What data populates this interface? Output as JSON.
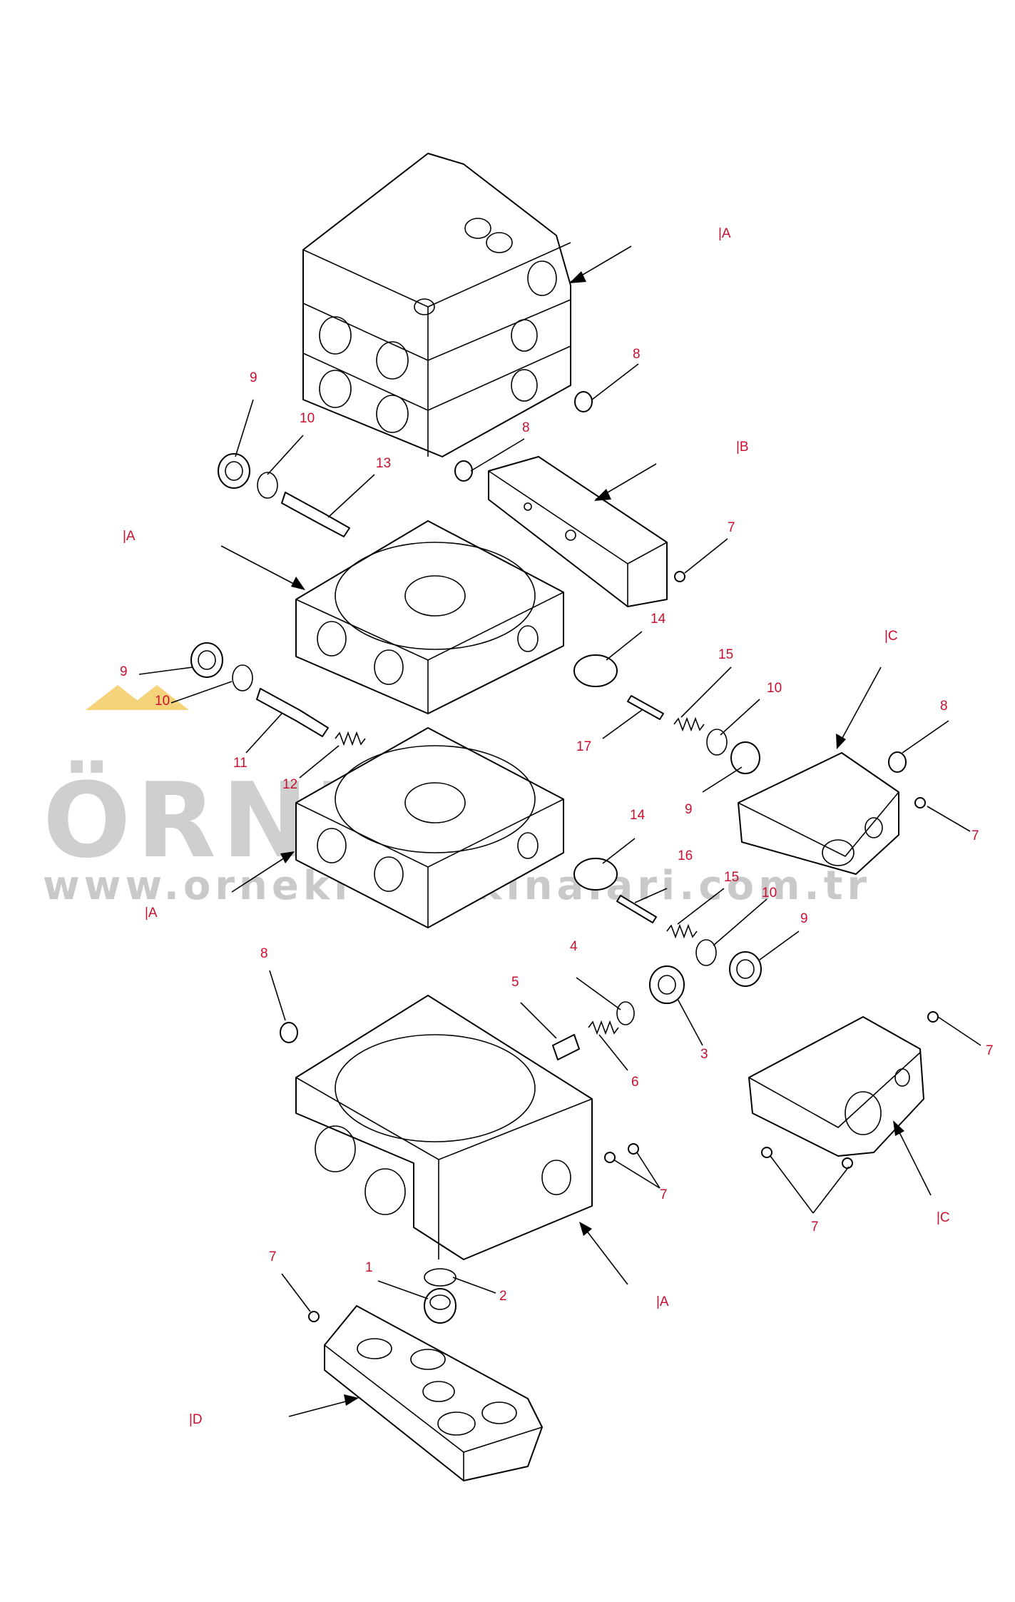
{
  "watermark": {
    "brand": "ÖRNEK",
    "url": "www.orneki smakinalari.com.tr",
    "color": "#cfcfcf",
    "accent": "#f5d37a"
  },
  "colors": {
    "callout": "#c8102e",
    "line": "#000000"
  },
  "callouts": {
    "c9a": "9",
    "c10a": "10",
    "c13": "13",
    "c8a": "8",
    "c8b": "8",
    "cIA1": "|A",
    "cIB": "|B",
    "c7a": "7",
    "cIA2": "|A",
    "c14a": "14",
    "c15a": "15",
    "c10b": "10",
    "c9b": "9",
    "c10c": "10",
    "c11": "11",
    "c12": "12",
    "c17": "17",
    "c9c": "9",
    "cIC1": "|C",
    "c8c": "8",
    "c7b": "7",
    "c14b": "14",
    "c16": "16",
    "c15b": "15",
    "c10d": "10",
    "c9d": "9",
    "cIA3": "|A",
    "c8d": "8",
    "c4": "4",
    "c5": "5",
    "c3": "3",
    "c6": "6",
    "c7c": "7",
    "c7d": "7",
    "c7e": "7",
    "cIC2": "|C",
    "c7f": "7",
    "c1": "1",
    "c2": "2",
    "cIA4": "|A",
    "cID": "|D"
  }
}
